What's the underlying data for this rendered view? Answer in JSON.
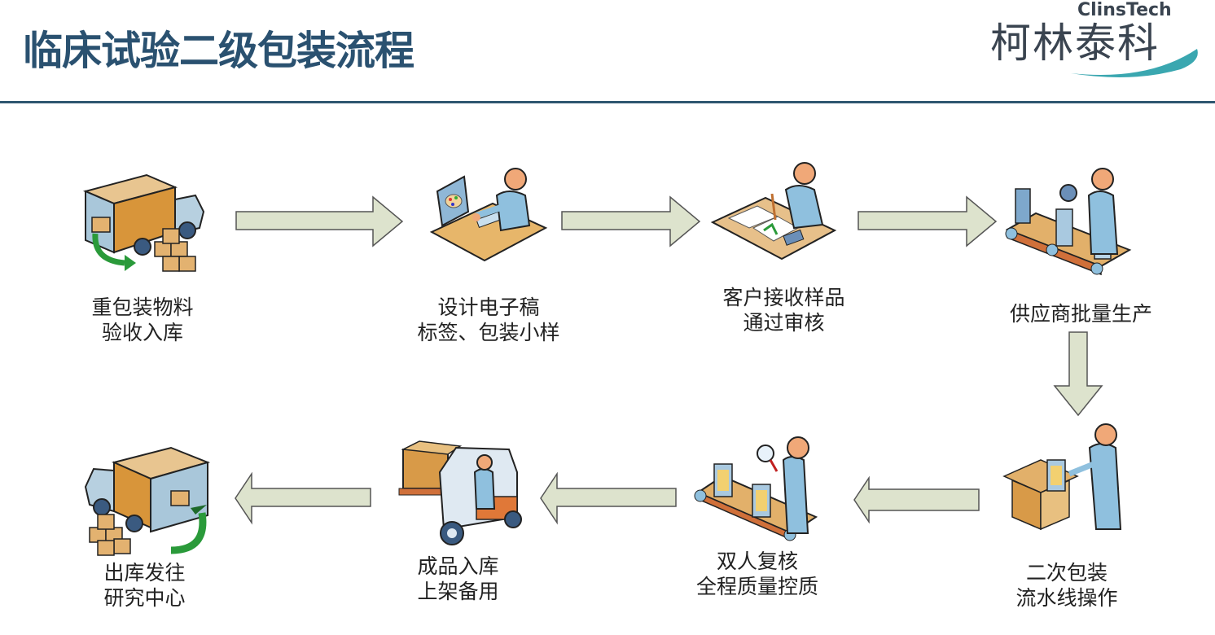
{
  "header": {
    "title": "临床试验二级包装流程",
    "logo_en": "ClinsTech",
    "logo_cn": "柯林泰科"
  },
  "colors": {
    "title": "#2a5170",
    "rule": "#2e5670",
    "arrow_fill": "#dde3cd",
    "arrow_stroke": "#555555",
    "logo_swoosh": "#3aa7b0"
  },
  "steps": [
    {
      "line1": "重包装物料",
      "line2": "验收入库",
      "icon": "truck-unload-icon"
    },
    {
      "line1": "设计电子稿",
      "line2": "标签、包装小样",
      "icon": "designer-computer-icon"
    },
    {
      "line1": "客户接收样品",
      "line2": "通过审核",
      "icon": "reviewer-desk-icon"
    },
    {
      "line1": "供应商批量生产",
      "line2": "",
      "icon": "production-line-icon"
    },
    {
      "line1": "二次包装",
      "line2": "流水线操作",
      "icon": "packing-box-icon"
    },
    {
      "line1": "双人复核",
      "line2": "全程质量控质",
      "icon": "quality-inspection-icon"
    },
    {
      "line1": "成品入库",
      "line2": "上架备用",
      "icon": "forklift-icon"
    },
    {
      "line1": "出库发往",
      "line2": "研究中心",
      "icon": "truck-load-icon"
    }
  ]
}
